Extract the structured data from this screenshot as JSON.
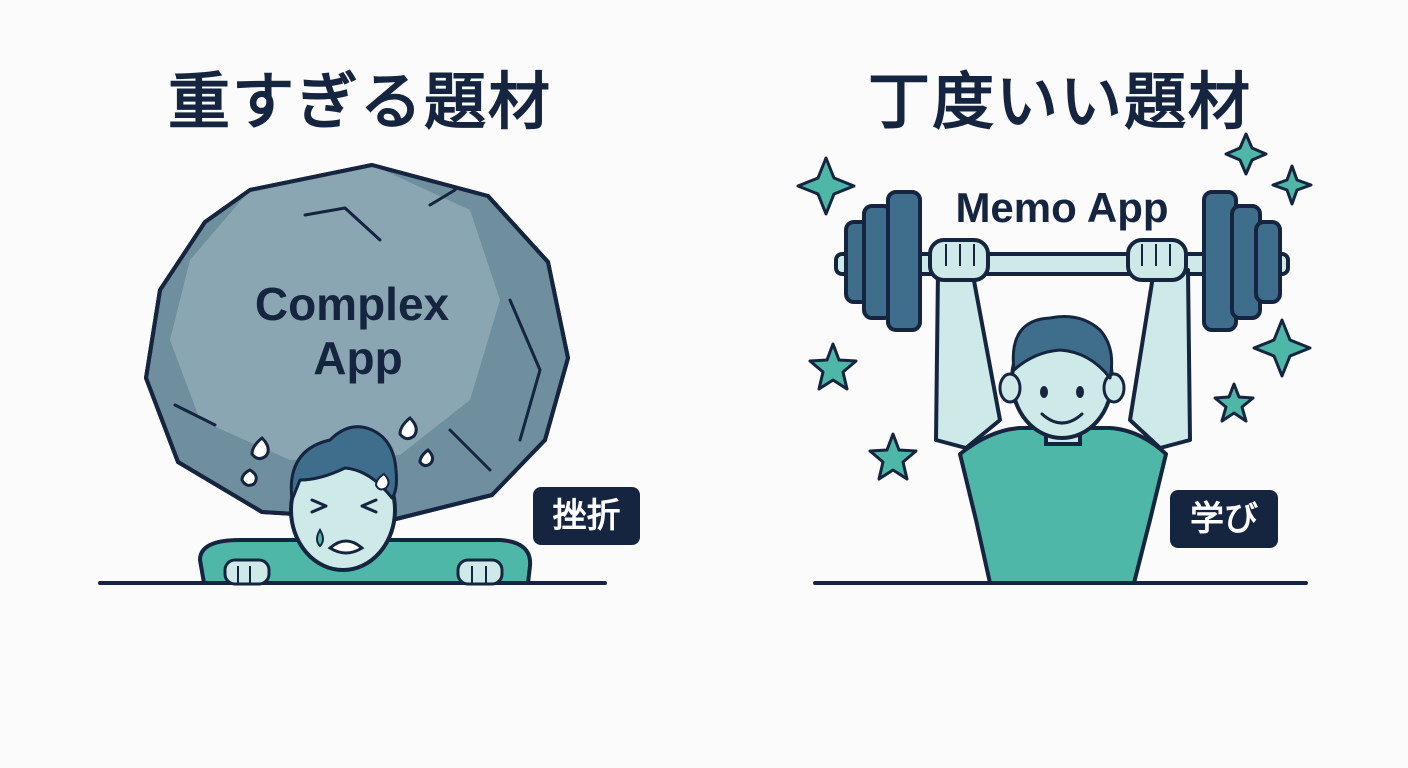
{
  "left_panel": {
    "title": "重すぎる題材",
    "boulder_label_line1": "Complex",
    "boulder_label_line2": "App",
    "badge": "挫折"
  },
  "right_panel": {
    "title": "丁度いい題材",
    "barbell_label": "Memo App",
    "badge": "学び"
  },
  "colors": {
    "navy": "#15253f",
    "teal": "#4fb7a8",
    "boulder": "#8aa6b2",
    "plate": "#3f6e8c",
    "skin": "#cdeae8"
  }
}
